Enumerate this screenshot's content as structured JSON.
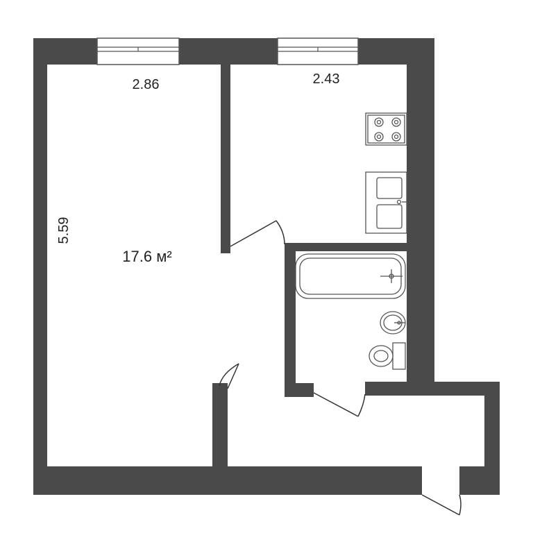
{
  "colors": {
    "wall": "#4a4a4a",
    "fixture_stroke": "#555555",
    "background": "#ffffff"
  },
  "labels": {
    "room_width_left": "2.86",
    "room_width_kitchen": "2.43",
    "room_length_left": "5.59",
    "room_area": "17.6 м²"
  },
  "fixtures": [
    "window-icon",
    "stove-icon",
    "double-sink-icon",
    "bathtub-icon",
    "washbasin-icon",
    "toilet-icon",
    "door-swing-icon"
  ]
}
